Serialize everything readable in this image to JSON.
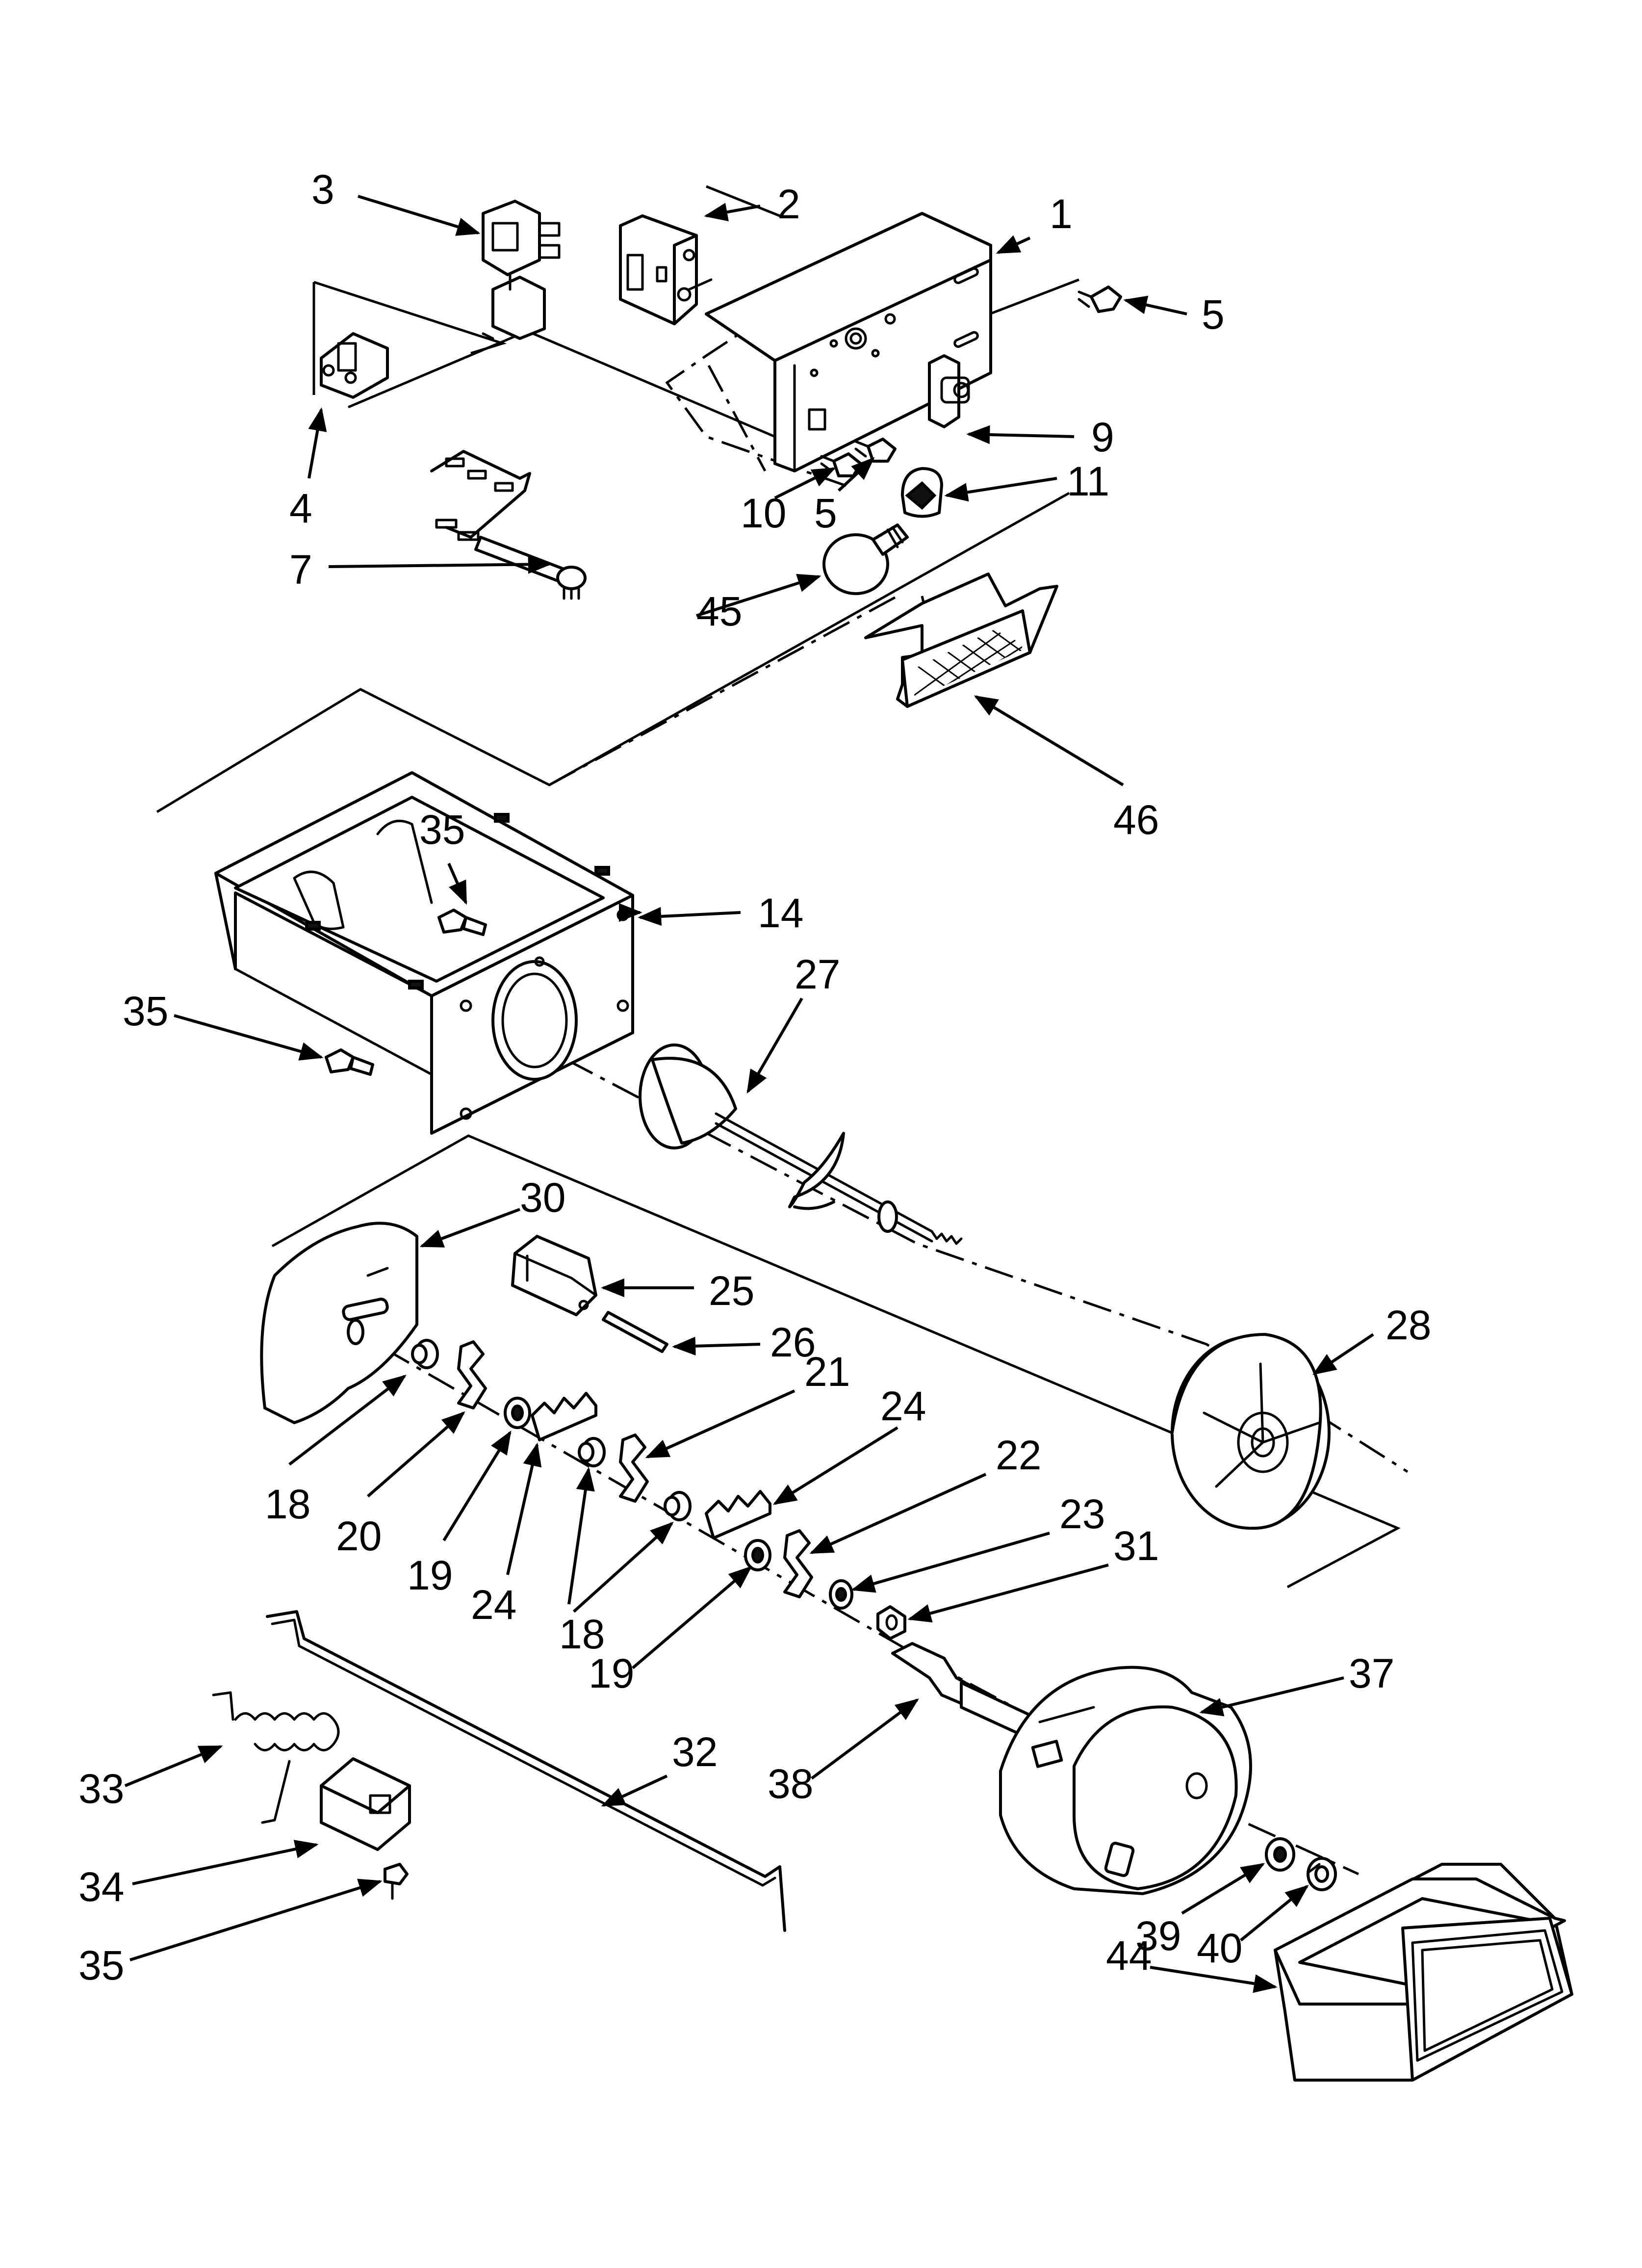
{
  "diagram": {
    "type": "exploded-parts-view",
    "line_color": "#000000",
    "background": "#ffffff",
    "callouts": [
      {
        "id": "c1",
        "label": "1",
        "part": "control-housing"
      },
      {
        "id": "c2",
        "label": "2",
        "part": "dispenser-motor-switch"
      },
      {
        "id": "c3",
        "label": "3",
        "part": "solenoid"
      },
      {
        "id": "c4",
        "label": "4",
        "part": "solenoid-bracket"
      },
      {
        "id": "c5a",
        "label": "5",
        "part": "screw"
      },
      {
        "id": "c5b",
        "label": "5",
        "part": "screw"
      },
      {
        "id": "c7",
        "label": "7",
        "part": "wire-harness"
      },
      {
        "id": "c9",
        "label": "9",
        "part": "switch"
      },
      {
        "id": "c10",
        "label": "10",
        "part": "screw"
      },
      {
        "id": "c11",
        "label": "11",
        "part": "lamp-socket"
      },
      {
        "id": "c14",
        "label": "14",
        "part": "ice-bin-housing"
      },
      {
        "id": "c18a",
        "label": "18",
        "part": "bearing"
      },
      {
        "id": "c18b",
        "label": "18",
        "part": "bearing"
      },
      {
        "id": "c19a",
        "label": "19",
        "part": "washer"
      },
      {
        "id": "c19b",
        "label": "19",
        "part": "washer"
      },
      {
        "id": "c20",
        "label": "20",
        "part": "blade"
      },
      {
        "id": "c21",
        "label": "21",
        "part": "blade"
      },
      {
        "id": "c22",
        "label": "22",
        "part": "blade"
      },
      {
        "id": "c23",
        "label": "23",
        "part": "washer"
      },
      {
        "id": "c24a",
        "label": "24",
        "part": "spacer-blade"
      },
      {
        "id": "c24b",
        "label": "24",
        "part": "spacer-blade"
      },
      {
        "id": "c25",
        "label": "25",
        "part": "crusher-housing"
      },
      {
        "id": "c26",
        "label": "26",
        "part": "pin"
      },
      {
        "id": "c27",
        "label": "27",
        "part": "auger"
      },
      {
        "id": "c28",
        "label": "28",
        "part": "auger-drum"
      },
      {
        "id": "c30",
        "label": "30",
        "part": "crusher-plate"
      },
      {
        "id": "c31",
        "label": "31",
        "part": "nut"
      },
      {
        "id": "c32",
        "label": "32",
        "part": "rod"
      },
      {
        "id": "c33",
        "label": "33",
        "part": "spring"
      },
      {
        "id": "c34",
        "label": "34",
        "part": "bracket"
      },
      {
        "id": "c35a",
        "label": "35",
        "part": "screw"
      },
      {
        "id": "c35b",
        "label": "35",
        "part": "screw"
      },
      {
        "id": "c35c",
        "label": "35",
        "part": "screw"
      },
      {
        "id": "c37",
        "label": "37",
        "part": "auger-motor"
      },
      {
        "id": "c38",
        "label": "38",
        "part": "motor-bracket"
      },
      {
        "id": "c39",
        "label": "39",
        "part": "washer"
      },
      {
        "id": "c40",
        "label": "40",
        "part": "clip"
      },
      {
        "id": "c44",
        "label": "44",
        "part": "motor-cover"
      },
      {
        "id": "c45",
        "label": "45",
        "part": "light-bulb"
      },
      {
        "id": "c46",
        "label": "46",
        "part": "lamp-cover"
      }
    ]
  }
}
